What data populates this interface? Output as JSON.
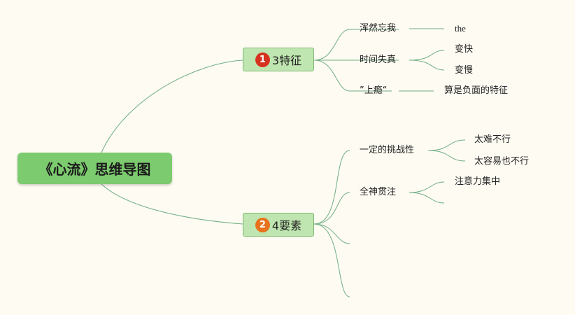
{
  "title": "《心流》思维导图",
  "branches": [
    {
      "number": "1",
      "label": "3特征",
      "badge_color": "#d6331f",
      "children": [
        {
          "label": "浑然忘我",
          "children": [
            "the"
          ]
        },
        {
          "label": "时间失真",
          "children": [
            "变快",
            "变慢"
          ]
        },
        {
          "label": "”上瘾“",
          "children": [
            "算是负面的特征"
          ]
        }
      ]
    },
    {
      "number": "2",
      "label": "4要素",
      "badge_color": "#e8711c",
      "children": [
        {
          "label": "一定的挑战性",
          "children": [
            "太难不行",
            "太容易也不行"
          ]
        },
        {
          "label": "全神贯注",
          "children": [
            "注意力集中",
            ""
          ]
        },
        {
          "label": "",
          "children": []
        },
        {
          "label": "",
          "children": []
        }
      ]
    }
  ],
  "colors": {
    "background": "#fdfbf2",
    "root_fill": "#7ccb6e",
    "branch_fill": "#bfe6b0",
    "connector": "#6fae83"
  }
}
